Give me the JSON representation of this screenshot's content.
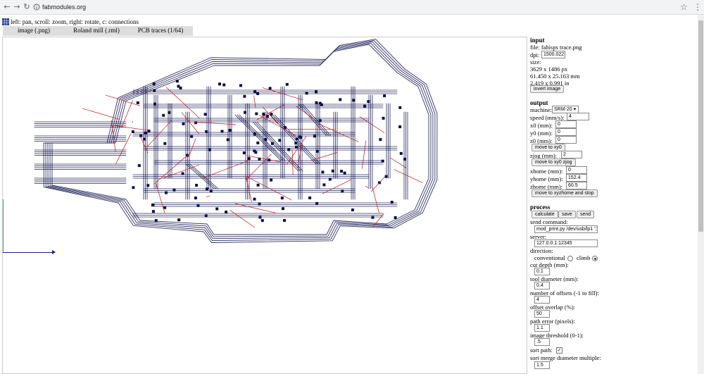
{
  "browser": {
    "url": "fabmodules.org",
    "back_icon": "arrow-left-icon",
    "forward_icon": "arrow-right-icon",
    "reload_icon": "reload-icon"
  },
  "app": {
    "help": "left: pan, scroll: zoom, right: rotate, c: connections",
    "tabs": [
      "image (.png)",
      "Roland mill (.rml)",
      "PCB traces (1/64)"
    ]
  },
  "input": {
    "heading": "input",
    "file": "file: fabisps trace.png",
    "dpi_label": "dpi:",
    "dpi_value": "1500.022",
    "size_label": "size:",
    "size_px": "3629 x 1486 px",
    "size_mm": "61.450 x 25.163 mm",
    "size_in": "2.419 x 0.991 in",
    "invert_button": "invert image"
  },
  "output": {
    "heading": "output",
    "machine_label": "machine:",
    "machine_value": "SRM-20 ▾",
    "speed_label": "speed (mm/s):",
    "speed_value": "4",
    "x0_label": "x0 (mm):",
    "x0_value": "0",
    "y0_label": "y0 (mm):",
    "y0_value": "0",
    "z0_label": "z0 (mm):",
    "z0_value": "0",
    "move_xy0": "move to xy0",
    "zjog_label": "zjog (mm):",
    "zjog_value": "2",
    "move_xy0_zjog": "move to xy0 zjog",
    "xhome_label": "xhome (mm):",
    "xhome_value": "0",
    "yhome_label": "yhome (mm):",
    "yhome_value": "152.4",
    "zhome_label": "zhome (mm):",
    "zhome_value": "60.5",
    "move_home": "move to xyzhome and stop"
  },
  "process": {
    "heading": "process",
    "calculate": "calculate",
    "save": "save",
    "send": "send",
    "send_command_label": "send command:",
    "send_command_value": "mod_print.py /dev/usb/lp1 ';'",
    "server_label": "server:",
    "server_value": "127.0.0.1:12345",
    "direction_label": "direction:",
    "conventional": "conventional",
    "climb": "climb",
    "cut_depth_label": "cut depth (mm):",
    "cut_depth_value": "0.1",
    "tool_diameter_label": "tool diameter (mm):",
    "tool_diameter_value": "0.4",
    "offsets_label": "number of offsets (-1 to fill):",
    "offsets_value": "4",
    "overlap_label": "offset overlap (%):",
    "overlap_value": "50",
    "path_error_label": "path error (pixels):",
    "path_error_value": "1.1",
    "threshold_label": "image threshold (0-1):",
    "threshold_value": ".5",
    "sort_path_label": "sort path:",
    "sort_merge_label": "sort merge diameter multiple:",
    "sort_merge_value": "1.5"
  },
  "colors": {
    "trace": "#0b0f4a",
    "connection": "#cc1111",
    "axis_x": "#1a1f8c",
    "axis_y": "#3cb371"
  }
}
